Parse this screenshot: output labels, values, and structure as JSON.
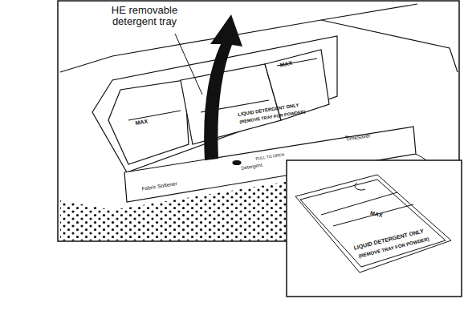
{
  "diagram": {
    "labels": [
      "HE removable detergent tray",
      "MAX",
      "MAX",
      "LIQUID DETERGENT ONLY",
      "(REMOVE TRAY FOR POWDER)",
      "Fabric Softener",
      "Detergent",
      "PULL TO OPEN",
      "TimeSaver",
      "MAX",
      "LIQUID DETERGENT ONLY",
      "(REMOVE TRAY FOR POWDER)"
    ]
  }
}
